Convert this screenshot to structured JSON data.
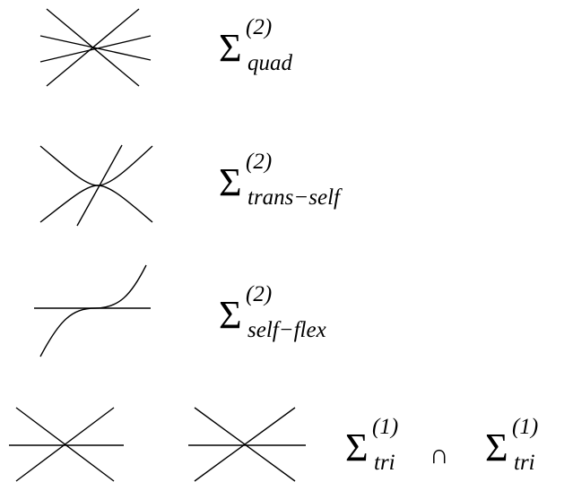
{
  "sigma_symbol": "Σ",
  "rows": [
    {
      "superscript": "(2)",
      "subscript": "quad"
    },
    {
      "superscript": "(2)",
      "subscript": "trans−self"
    },
    {
      "superscript": "(2)",
      "subscript": "self−flex"
    }
  ],
  "bottom": {
    "left": {
      "superscript": "(1)",
      "subscript": "tri"
    },
    "operator": "∩",
    "right": {
      "superscript": "(1)",
      "subscript": "tri"
    }
  }
}
